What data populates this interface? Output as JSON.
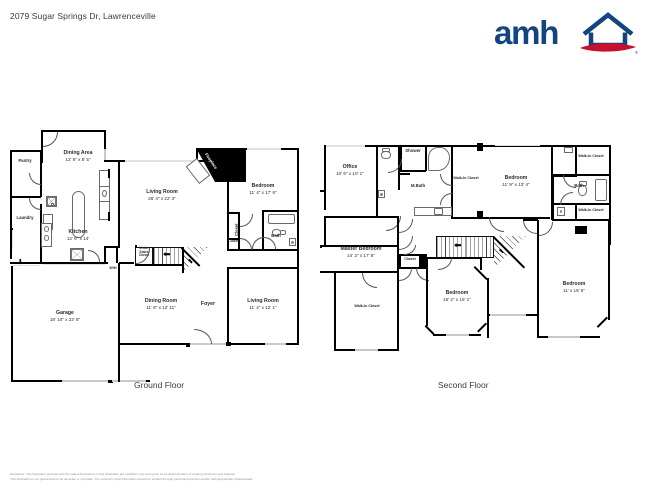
{
  "header": {
    "address_title": "2079 Sugar Springs Dr, Lawrenceville",
    "logo_text": "amh",
    "logo_icon": "house-outline-icon",
    "logo_registered": "®",
    "brand_blue": "#12457f",
    "brand_red": "#c8102e"
  },
  "floors": [
    {
      "id": "ground",
      "label": "Ground Floor",
      "rooms": [
        {
          "name": "Pantry",
          "dim": ""
        },
        {
          "name": "Laundry",
          "dim": ""
        },
        {
          "name": "Dining Area",
          "dim": "12' 9\" x 8' 5\""
        },
        {
          "name": "Kitchen",
          "dim": "12' 9\" x 14'"
        },
        {
          "name": "Living Room",
          "dim": "28' 4\" x 22' 3\""
        },
        {
          "name": "Fireplace",
          "dim": ""
        },
        {
          "name": "Bedroom",
          "dim": "11' 4\" x 17' 6\""
        },
        {
          "name": "Closet",
          "dim": ""
        },
        {
          "name": "Closet",
          "dim": ""
        },
        {
          "name": "Bath",
          "dim": ""
        },
        {
          "name": "Under Stairs Closet",
          "dim": ""
        },
        {
          "name": "Garage",
          "dim": "18' 10\" x 22' 8\""
        },
        {
          "name": "W/H",
          "dim": ""
        },
        {
          "name": "Dining Room",
          "dim": "11' 6\" x 12' 11\""
        },
        {
          "name": "Foyer",
          "dim": ""
        },
        {
          "name": "Living Room",
          "dim": "11' 4\" x 12' 1\""
        }
      ]
    },
    {
      "id": "second",
      "label": "Second Floor",
      "rooms": [
        {
          "name": "Office",
          "dim": "10' 6\" x 10' 1\""
        },
        {
          "name": "Shower",
          "dim": ""
        },
        {
          "name": "M.Bath",
          "dim": ""
        },
        {
          "name": "Walk-In Closet",
          "dim": ""
        },
        {
          "name": "Bedroom",
          "dim": "11' 9\" x 13' 4\""
        },
        {
          "name": "Walk-In Closet",
          "dim": ""
        },
        {
          "name": "Bath",
          "dim": ""
        },
        {
          "name": "Walk-In Closet",
          "dim": ""
        },
        {
          "name": "Master Bedroom",
          "dim": "14' 3\" x 17' 8\""
        },
        {
          "name": "Closet",
          "dim": ""
        },
        {
          "name": "Bedroom",
          "dim": "16' 2\" x 15' 1\""
        },
        {
          "name": "Bedroom",
          "dim": "11' x 15' 5\""
        },
        {
          "name": "Walk-In Closet",
          "dim": ""
        }
      ]
    }
  ],
  "ground": {
    "label": "Ground Floor",
    "pantry": "Pantry",
    "laundry": "Laundry",
    "dining_area_name": "Dining Area",
    "dining_area_dim": "12' 9\" x 8' 5\"",
    "kitchen_name": "Kitchen",
    "kitchen_dim": "12' 9\" x 14'",
    "living_room_name": "Living Room",
    "living_room_dim": "28' 4\" x 22' 3\"",
    "fireplace": "Fireplace",
    "bedroom_name": "Bedroom",
    "bedroom_dim": "11' 4\" x 17' 6\"",
    "closet_1": "Closet",
    "closet_2": "Closet",
    "bath": "Bath",
    "under_stairs_closet": "Under Stairs Closet",
    "garage_name": "Garage",
    "garage_dim": "18' 10\" x 22' 8\"",
    "water_heater": "W/H",
    "dining_room_name": "Dining Room",
    "dining_room_dim": "11' 6\" x 12' 11\"",
    "foyer": "Foyer",
    "living_room2_name": "Living Room",
    "living_room2_dim": "11' 4\" x 12' 1\""
  },
  "second": {
    "label": "Second Floor",
    "office_name": "Office",
    "office_dim": "10' 6\" x 10' 1\"",
    "shower": "Shower",
    "mbath": "M.Bath",
    "walkin_1": "Walk-In Closet",
    "bedroom1_name": "Bedroom",
    "bedroom1_dim": "11' 9\" x 13' 4\"",
    "walkin_2": "Walk-In Closet",
    "bath": "Bath",
    "walkin_3": "Walk-In Closet",
    "master_name": "Master Bedroom",
    "master_dim": "14' 3\" x 17' 8\"",
    "closet": "Closet",
    "bedroom2_name": "Bedroom",
    "bedroom2_dim": "16' 2\" x 15' 1\"",
    "bedroom3_name": "Bedroom",
    "bedroom3_dim": "11' x 15' 5\"",
    "walkin_4": "Walk-In Closet"
  },
  "disclaimer": {
    "line1": "Disclaimer: The floorplans depicted and the stated dimensions in this illustration are indicative only and serve as an approximation of existing structures and features.",
    "line2": "This illustration is not guaranteed to be accurate or complete. The accuracy of all information should be verified through personal inspection and/or with appropriate professionals."
  }
}
